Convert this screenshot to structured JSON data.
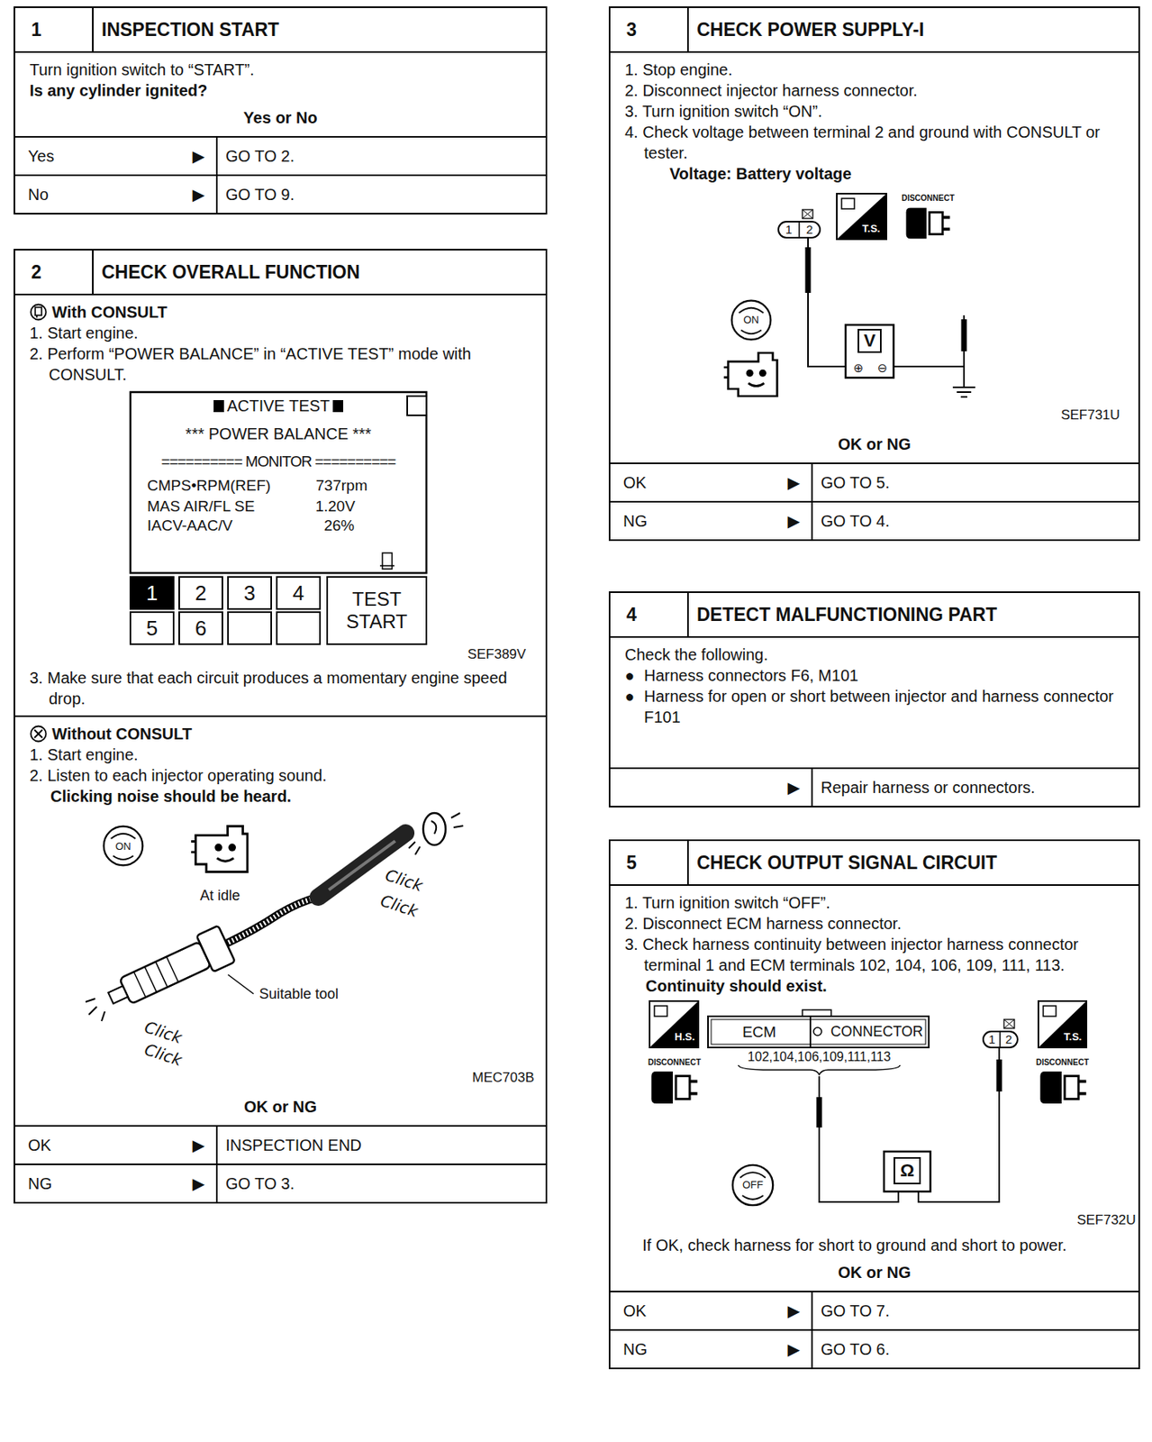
{
  "diagram": {
    "nodes": [
      {
        "text": [
          "1",
          "INSPECTION START",
          "Turn ignition switch to “START”.",
          "Is any cylinder ignited?",
          "Yes or No"
        ]
      },
      {
        "text": [
          "2",
          "CHECK OVERALL FUNCTION",
          "With CONSULT",
          "1. Start engine.",
          "2. Perform “POWER BALANCE” in “ACTIVE TEST” mode with CONSULT.",
          "3. Make sure that each circuit produces a momentary engine speed drop.",
          "Without CONSULT",
          "1. Start engine.",
          "2. Listen to each injector operating sound.",
          "Clicking noise should be heard.",
          "OK or NG"
        ]
      },
      {
        "text": [
          "3",
          "CHECK POWER SUPPLY-I",
          "1. Stop engine.",
          "2. Disconnect injector harness connector.",
          "3. Turn ignition switch “ON”.",
          "4. Check voltage between terminal 2 and ground with CONSULT or tester.",
          "Voltage: Battery voltage",
          "OK or NG"
        ]
      },
      {
        "text": [
          "4",
          "DETECT MALFUNCTIONING PART",
          "Check the following.",
          "Harness connectors F6, M101",
          "Harness for open or short between injector and harness connector F101"
        ]
      },
      {
        "text": [
          "5",
          "CHECK OUTPUT SIGNAL CIRCUIT",
          "1. Turn ignition switch “OFF”.",
          "2. Disconnect ECM harness connector.",
          "3. Check harness continuity between injector harness connector terminal 1 and ECM terminals 102, 104, 106, 109, 111, 113.",
          "Continuity should exist.",
          "If OK, check harness for short to ground and short to power.",
          "OK or NG"
        ]
      }
    ],
    "labels": [
      "Yes",
      "▶",
      "GO TO 2.",
      "No",
      "▶",
      "GO TO 9.",
      "OK",
      "▶",
      "INSPECTION END",
      "NG",
      "▶",
      "GO TO 3.",
      "OK",
      "▶",
      "GO TO 5.",
      "NG",
      "▶",
      "GO TO 4.",
      "●",
      "●",
      "▶",
      "Repair harness or connectors.",
      "OK",
      "▶",
      "GO TO 7.",
      "NG",
      "▶",
      "GO TO 6.",
      "ACTIVE TEST",
      "*** POWER BALANCE ***",
      "========== MONITOR ==========",
      "CMPS•RPM(REF)",
      "737rpm",
      "MAS AIR/FL SE",
      "1.20V",
      "IACV-AAC/V",
      "26%",
      "1",
      "2",
      "3",
      "4",
      "5",
      "6",
      "TEST START",
      "SEF389V",
      "ON",
      "At idle",
      "Click",
      "Click",
      "Click",
      "Click",
      "Suitable tool",
      "MEC703B",
      "1",
      "2",
      "T.S.",
      "DISCONNECT",
      "ON",
      "V",
      "⊕",
      "⊖",
      "SEF731U",
      "H.S.",
      "DISCONNECT",
      "ECM",
      "CONNECTOR",
      "102,104,106,109,111,113",
      "1",
      "2",
      "T.S.",
      "DISCONNECT",
      "OFF",
      "Ω",
      "SEF732U"
    ]
  }
}
